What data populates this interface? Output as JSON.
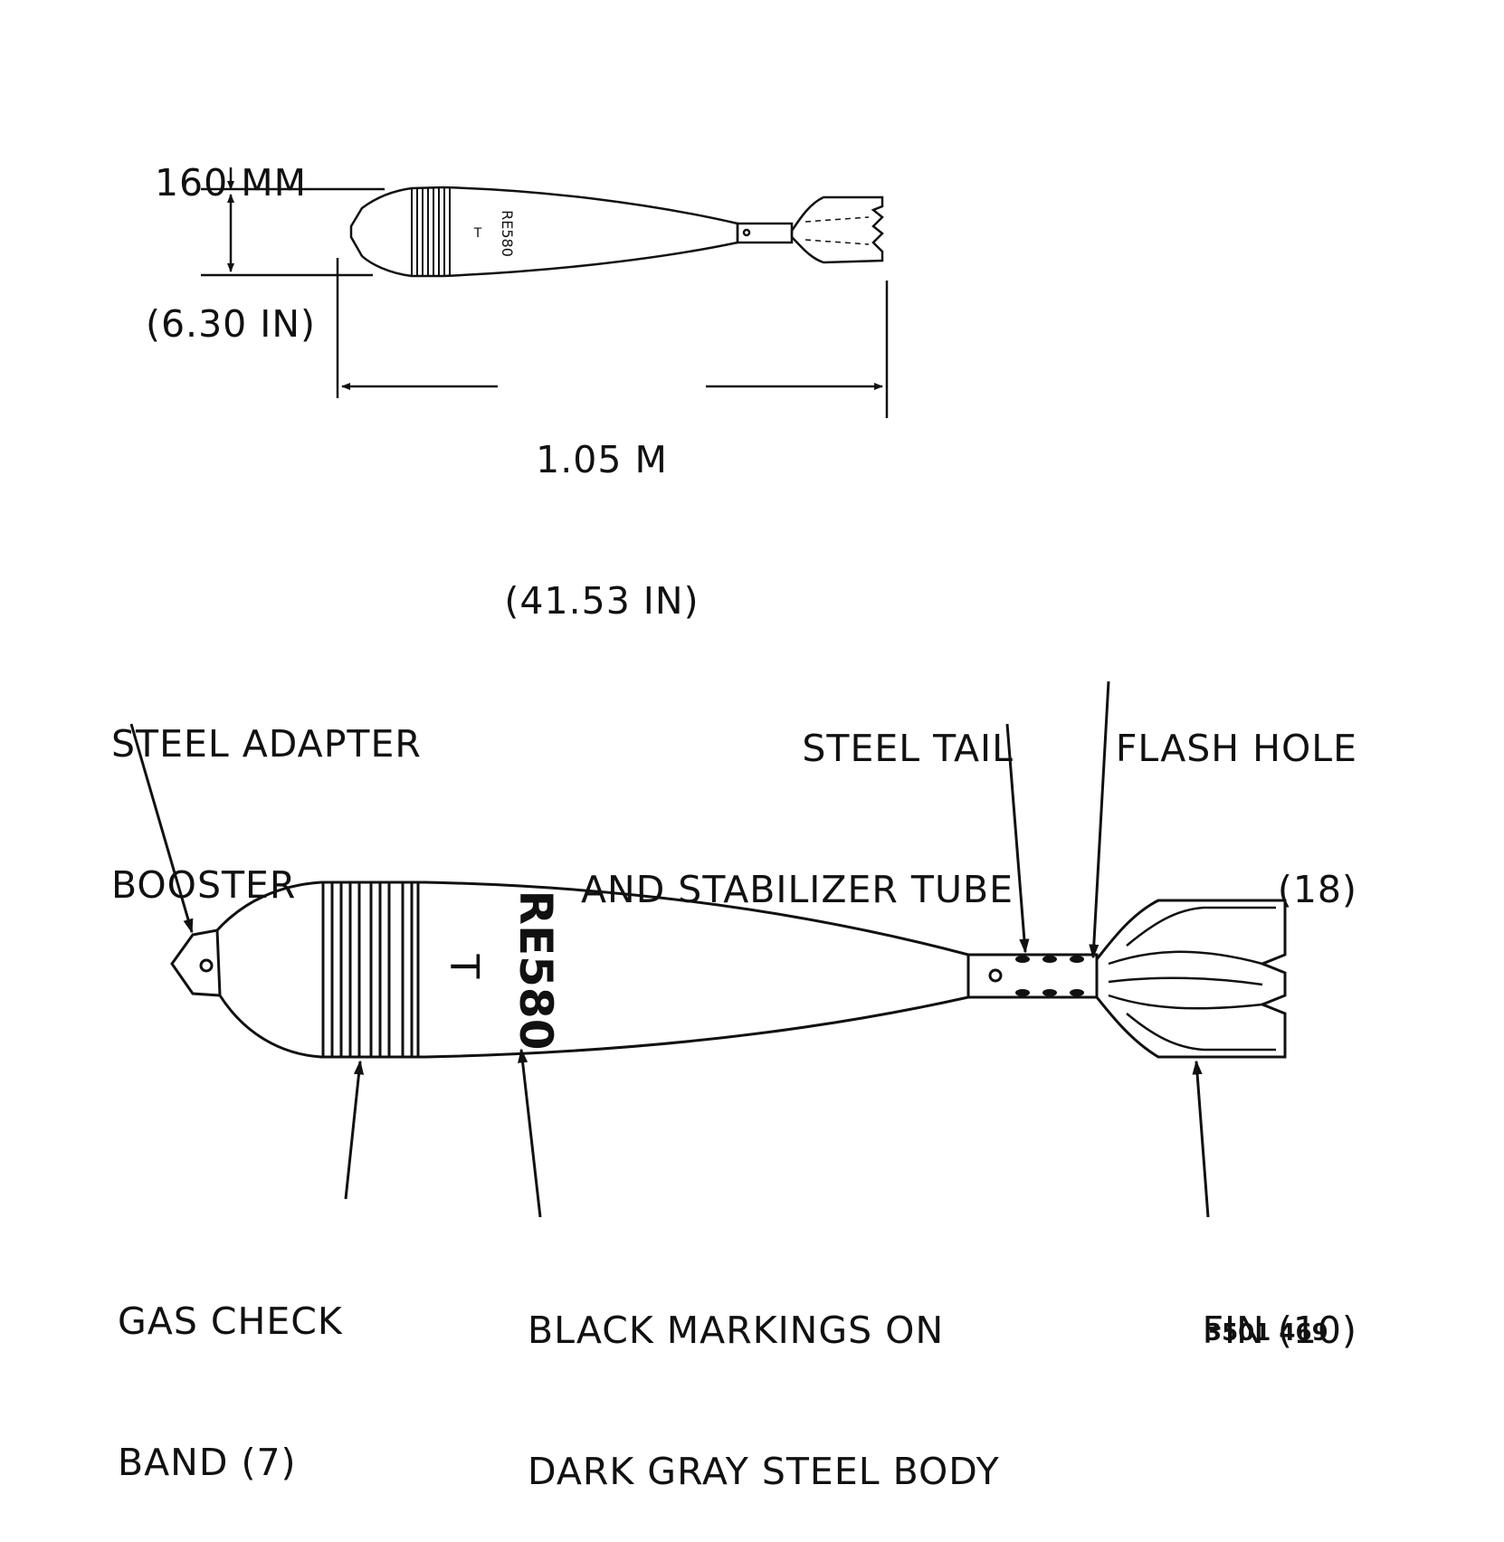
{
  "dimensions": {
    "diameter_line1": "160 MM",
    "diameter_line2": "(6.30 IN)",
    "length_line1": "1.05 M",
    "length_line2": "(41.53 IN)"
  },
  "marking": {
    "top": "RE580",
    "bottom": "T"
  },
  "labels": {
    "steel_adapter_booster": [
      "STEEL ADAPTER",
      "BOOSTER"
    ],
    "steel_tail_tube": [
      "STEEL TAIL",
      "AND STABILIZER TUBE"
    ],
    "flash_hole": [
      "FLASH HOLE",
      "(18)"
    ],
    "gas_check_band": [
      "GAS CHECK",
      "BAND (7)"
    ],
    "black_markings": [
      "BLACK MARKINGS ON",
      "DARK GRAY STEEL BODY"
    ],
    "fin": [
      "FIN (10)"
    ]
  },
  "figure_id": "3501 469"
}
